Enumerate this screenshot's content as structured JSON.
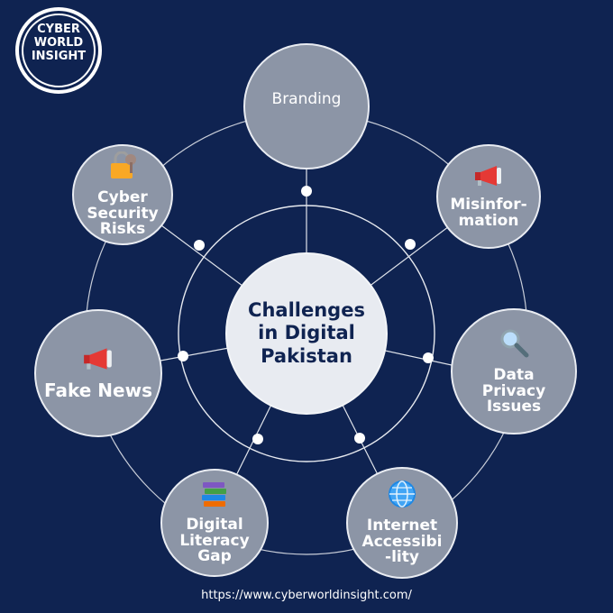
{
  "background_color": "#0f2351",
  "node_fill": "#8c95a6",
  "center_fill": "#e8ebf1",
  "logo": {
    "text": "CYBER\nWORLD\nINSIGHT"
  },
  "center": {
    "title": "Challenges\nin Digital\nPakistan"
  },
  "nodes": [
    {
      "label": "Branding",
      "icon": ""
    },
    {
      "label": "Misinfor-\nmation",
      "icon": "megaphone-icon"
    },
    {
      "label": "Data\nPrivacy\nIssues",
      "icon": "magnifier-icon"
    },
    {
      "label": "Internet\nAccessibi\n-lity",
      "icon": "globe-icon"
    },
    {
      "label": "Digital\nLiteracy\nGap",
      "icon": "books-icon"
    },
    {
      "label": "Fake News",
      "icon": "megaphone-icon"
    },
    {
      "label": "Cyber\nSecurity\nRisks",
      "icon": "padlock-icon"
    }
  ],
  "footer": {
    "url": "https://www.cyberworldinsight.com/"
  }
}
